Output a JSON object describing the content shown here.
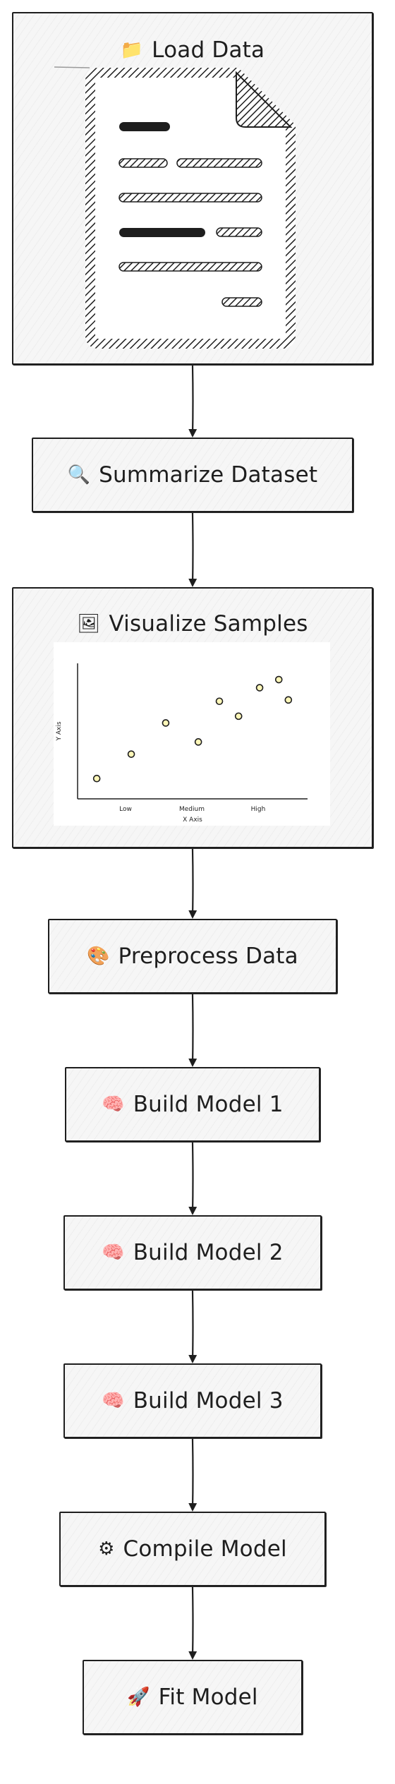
{
  "nodes": [
    {
      "id": "load",
      "label": "Load Data",
      "icon": "📁",
      "icon_name": "folder-icon"
    },
    {
      "id": "summarize",
      "label": "Summarize Dataset",
      "icon": "🔍",
      "icon_name": "magnifier-icon"
    },
    {
      "id": "visualize",
      "label": "Visualize Samples",
      "icon": "🖼",
      "icon_name": "picture-icon"
    },
    {
      "id": "preprocess",
      "label": "Preprocess Data",
      "icon": "🎨",
      "icon_name": "palette-icon"
    },
    {
      "id": "build1",
      "label": "Build Model 1",
      "icon": "🧠",
      "icon_name": "brain-icon"
    },
    {
      "id": "build2",
      "label": "Build Model 2",
      "icon": "🧠",
      "icon_name": "brain-icon"
    },
    {
      "id": "build3",
      "label": "Build Model 3",
      "icon": "🧠",
      "icon_name": "brain-icon"
    },
    {
      "id": "compile",
      "label": "Compile Model",
      "icon": "⚙",
      "icon_name": "gear-icon"
    },
    {
      "id": "fit",
      "label": "Fit Model",
      "icon": "🚀",
      "icon_name": "rocket-icon"
    }
  ],
  "edges": [
    [
      "load",
      "summarize"
    ],
    [
      "summarize",
      "visualize"
    ],
    [
      "visualize",
      "preprocess"
    ],
    [
      "preprocess",
      "build1"
    ],
    [
      "build1",
      "build2"
    ],
    [
      "build2",
      "build3"
    ],
    [
      "build3",
      "compile"
    ],
    [
      "compile",
      "fit"
    ]
  ],
  "document_illustration": {
    "icon_name": "document-icon"
  },
  "chart_data": {
    "type": "scatter",
    "xlabel": "X Axis",
    "ylabel": "Y Axis",
    "categories": [
      "Low",
      "Medium",
      "High"
    ],
    "x": [
      0.0,
      0.18,
      0.36,
      0.53,
      0.64,
      0.74,
      0.85,
      0.95,
      1.0
    ],
    "y": [
      0.15,
      0.33,
      0.56,
      0.42,
      0.72,
      0.61,
      0.82,
      0.88,
      0.73
    ],
    "xlim": [
      -0.1,
      1.1
    ],
    "ylim": [
      0,
      1
    ],
    "grid": false,
    "legend": false,
    "marker_fill": "#fff7b8",
    "marker_edge": "#1e1e1e"
  },
  "colors": {
    "stroke": "#1e1e1e",
    "node_fill": "#f6f6f6",
    "background": "#ffffff"
  }
}
